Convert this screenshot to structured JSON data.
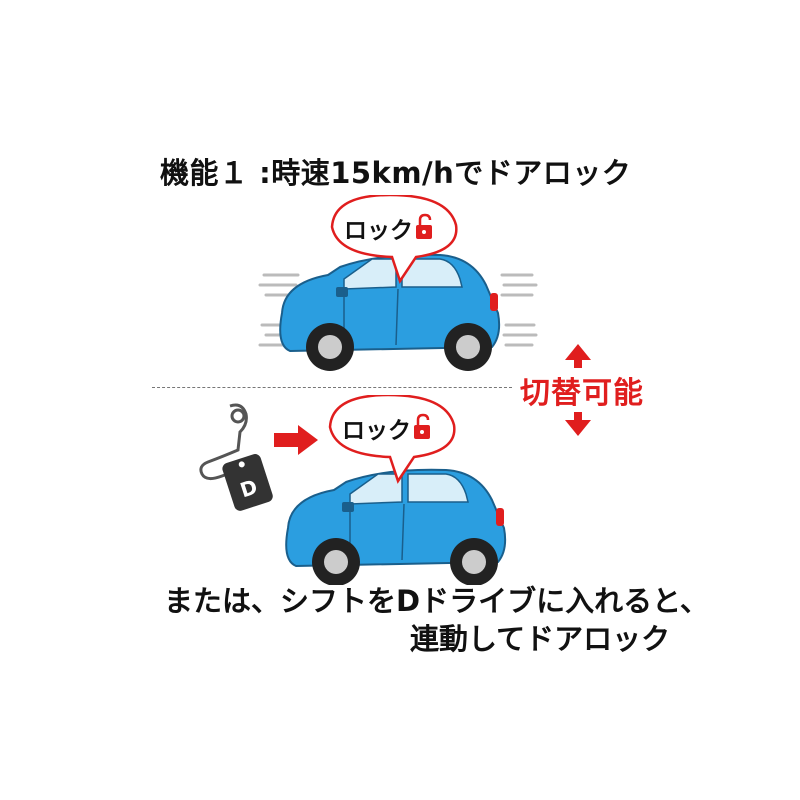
{
  "title": "機能１ :時速15km/hでドアロック",
  "top_bubble_label": "ロック",
  "bottom_bubble_label": "ロック",
  "switch_label": "切替可能",
  "key_tag_letter": "D",
  "bottom_text_line1": "または、シフトをDドライブに入れると、",
  "bottom_text_line2": "連動してドアロック",
  "colors": {
    "car_body": "#2b9ee0",
    "accent_red": "#e01e1e",
    "bubble_border": "#e01e1e",
    "key_tag": "#333333"
  },
  "icons": [
    "unlock-padlock-icon",
    "red-arrow-icon",
    "double-arrow-icon",
    "shift-key-icon"
  ]
}
